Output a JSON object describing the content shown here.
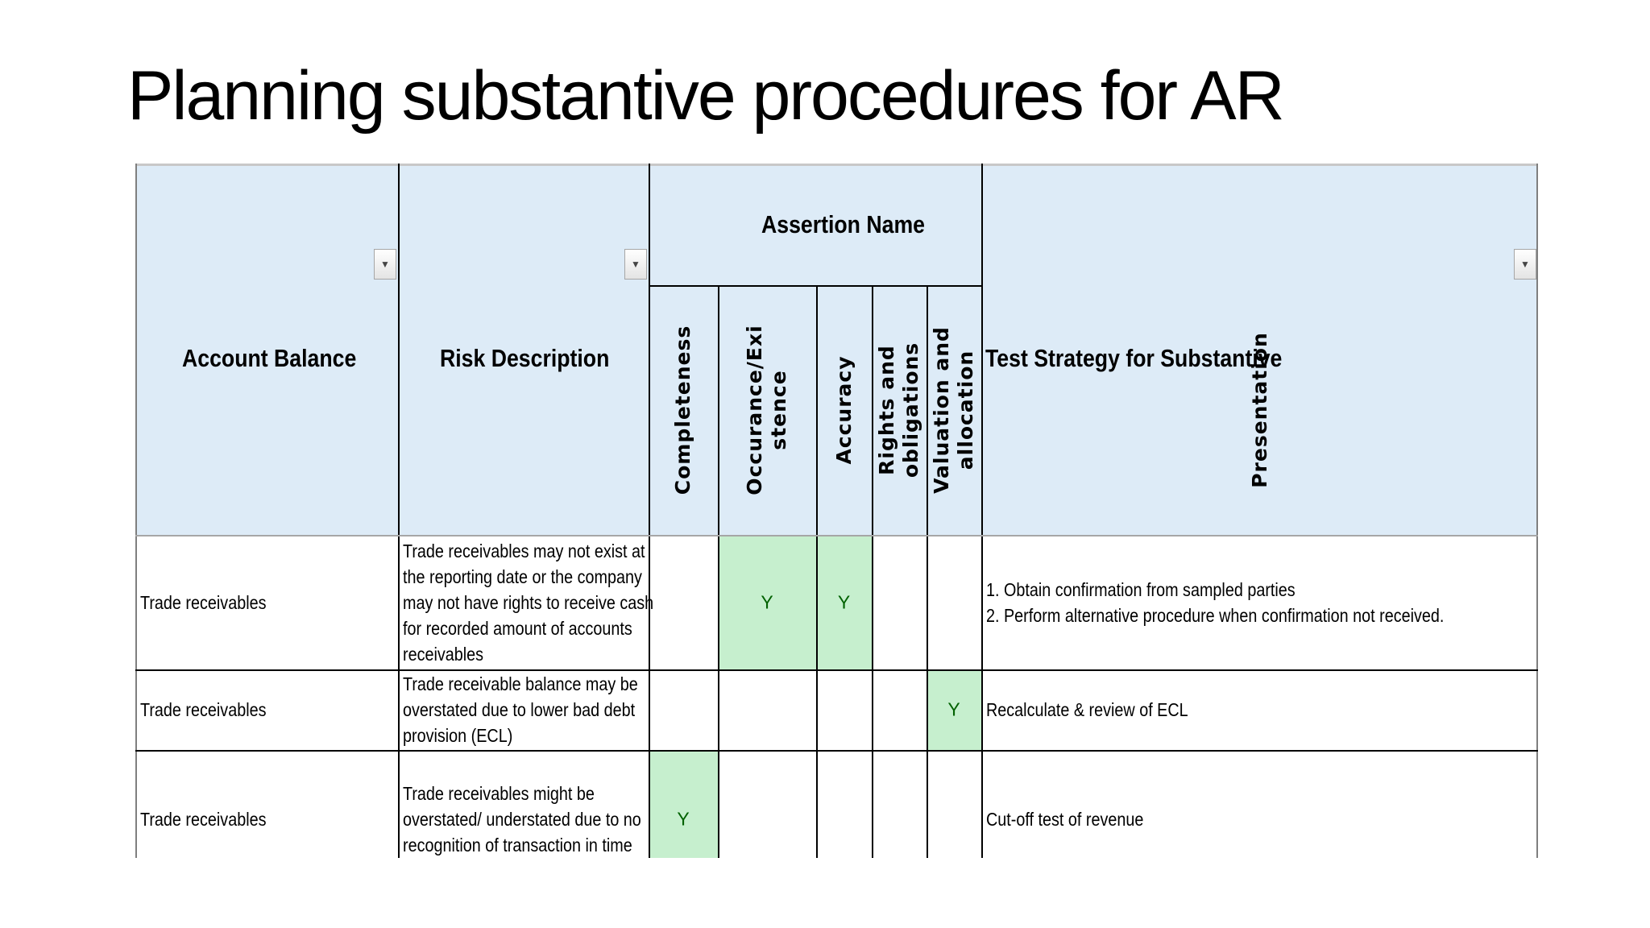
{
  "slide": {
    "title": "Planning substantive procedures for AR"
  },
  "table": {
    "headers": {
      "account_balance": "Account Balance",
      "risk_description": "Risk Description",
      "assertion_group": "Assertion Name",
      "test_strategy": "Test Strategy for Substantive",
      "assertions": [
        {
          "line1": "Completeness",
          "line2": ""
        },
        {
          "line1": "Occurance/Exi",
          "line2": "stence"
        },
        {
          "line1": "Accuracy",
          "line2": ""
        },
        {
          "line1": "Rights and",
          "line2": "obligations"
        },
        {
          "line1": "Valuation and",
          "line2": "allocation"
        },
        {
          "line1": "Presentation",
          "line2": ""
        }
      ]
    },
    "filter_icon": "dropdown-arrow-icon",
    "rows": [
      {
        "account": "Trade receivables",
        "risk_lines": [
          "Trade receivables may not exist at",
          "the reporting date or the company",
          "may not have rights to receive cash",
          "for recorded amount of accounts",
          "receivables"
        ],
        "assertions": [
          "",
          "Y",
          "Y",
          "",
          "",
          ""
        ],
        "strategy_lines": [
          "1. Obtain confirmation from sampled parties",
          "2. Perform alternative procedure when confirmation not received."
        ]
      },
      {
        "account": "Trade receivables",
        "risk_lines": [
          "Trade receivable balance may be",
          "overstated due to lower bad debt",
          "provision (ECL)"
        ],
        "assertions": [
          "",
          "",
          "",
          "",
          "Y",
          ""
        ],
        "strategy_lines": [
          "Recalculate & review of ECL"
        ]
      },
      {
        "account": "Trade receivables",
        "risk_lines": [
          "Trade receivables might be",
          "overstated/ understated due to no",
          "recognition of transaction in time"
        ],
        "assertions": [
          "Y",
          "",
          "",
          "",
          "",
          ""
        ],
        "strategy_lines": [
          "Cut-off test of revenue"
        ]
      }
    ],
    "colors": {
      "header_fill": "#ddebf7",
      "highlight_fill": "#c6efce",
      "highlight_text": "#006100"
    }
  }
}
